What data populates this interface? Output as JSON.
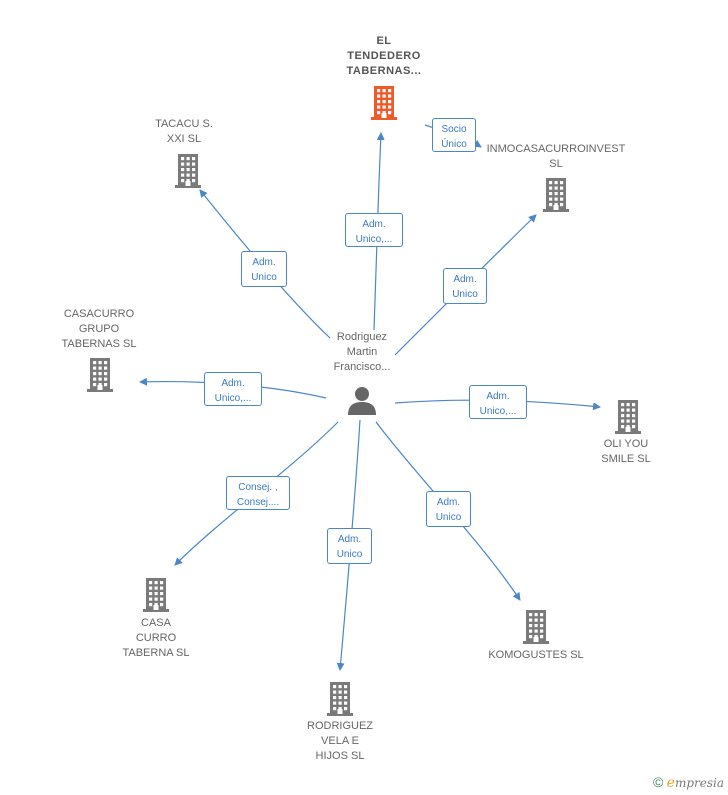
{
  "center": {
    "label": "Rodriguez\nMartin\nFrancisco..."
  },
  "nodes": [
    {
      "id": "el-tendedero",
      "label": "EL\nTENDEDERO\nTABERNAS...",
      "highlight": true
    },
    {
      "id": "tacacu",
      "label": "TACACU S.\nXXI  SL"
    },
    {
      "id": "inmocasacurroinvest",
      "label": "INMOCASACURROINVEST\nSL"
    },
    {
      "id": "casacurro-grupo",
      "label": "CASACURRO\nGRUPO\nTABERNAS  SL"
    },
    {
      "id": "oli-you-smile",
      "label": "OLI YOU\nSMILE  SL"
    },
    {
      "id": "casa-curro-taberna",
      "label": "CASA\nCURRO\nTABERNA SL"
    },
    {
      "id": "komogustes",
      "label": "KOMOGUSTES SL"
    },
    {
      "id": "rodriguez-vela",
      "label": "RODRIGUEZ\nVELA E\nHIJOS  SL"
    }
  ],
  "relations": [
    {
      "from": "center",
      "to": "el-tendedero",
      "label": "Adm.\nUnico,..."
    },
    {
      "from": "center",
      "to": "tacacu",
      "label": "Adm.\nUnico"
    },
    {
      "from": "center",
      "to": "inmocasacurroinvest",
      "label": "Adm.\nUnico"
    },
    {
      "from": "center",
      "to": "casacurro-grupo",
      "label": "Adm.\nUnico,..."
    },
    {
      "from": "center",
      "to": "oli-you-smile",
      "label": "Adm.\nUnico,..."
    },
    {
      "from": "center",
      "to": "casa-curro-taberna",
      "label": "Consej. ,\nConsej...."
    },
    {
      "from": "center",
      "to": "komogustes",
      "label": "Adm.\nUnico"
    },
    {
      "from": "center",
      "to": "rodriguez-vela",
      "label": "Adm.\nUnico"
    },
    {
      "from": "el-tendedero",
      "to": "inmocasacurroinvest",
      "label": "Socio\nÚnico"
    }
  ],
  "colors": {
    "edge": "#4a86c8",
    "building": "#7a7a7a",
    "building_highlight": "#f05a28",
    "person": "#666666"
  },
  "watermark": {
    "symbol": "©",
    "brand_initial": "e",
    "brand_rest": "mpresia"
  }
}
